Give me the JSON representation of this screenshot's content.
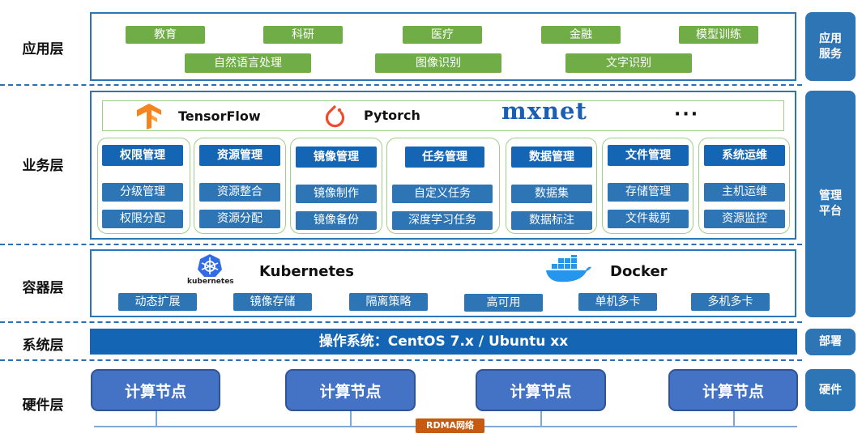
{
  "layers": {
    "application": "应用层",
    "business": "业务层",
    "container": "容器层",
    "system": "系统层",
    "hardware": "硬件层"
  },
  "application_items": [
    "教育",
    "科研",
    "医疗",
    "金融",
    "模型训练",
    "自然语言处理",
    "图像识别",
    "文字识别"
  ],
  "frameworks": {
    "tensorflow": "TensorFlow",
    "pytorch": "Pytorch",
    "mxnet": "mxnet",
    "more": "···"
  },
  "modules": [
    {
      "title": "权限管理",
      "items": [
        "分级管理",
        "权限分配"
      ]
    },
    {
      "title": "资源管理",
      "items": [
        "资源整合",
        "资源分配"
      ]
    },
    {
      "title": "镜像管理",
      "items": [
        "镜像制作",
        "镜像备份"
      ]
    },
    {
      "title": "任务管理",
      "items": [
        "自定义任务",
        "深度学习任务"
      ]
    },
    {
      "title": "数据管理",
      "items": [
        "数据集",
        "数据标注"
      ]
    },
    {
      "title": "文件管理",
      "items": [
        "存储管理",
        "文件裁剪"
      ]
    },
    {
      "title": "系统运维",
      "items": [
        "主机运维",
        "资源监控"
      ]
    }
  ],
  "container": {
    "kubernetes": "Kubernetes",
    "kubernetes_logo_text": "kubernetes",
    "docker": "Docker",
    "features": [
      "动态扩展",
      "镜像存储",
      "隔离策略",
      "高可用",
      "单机多卡",
      "多机多卡"
    ]
  },
  "system_bar": "操作系统：CentOS 7.x / Ubuntu xx",
  "hardware": {
    "nodes": [
      "计算节点",
      "计算节点",
      "计算节点",
      "计算节点"
    ],
    "network": "RDMA网络"
  },
  "side_labels": {
    "app_service": "应用\n服务",
    "management_platform": "管理\n平台",
    "deploy": "部署",
    "hardware": "硬件"
  },
  "colors": {
    "green": "#70ad47",
    "blue": "#2e75b6",
    "dark_blue": "#1565b5",
    "node_blue": "#4472c4",
    "network_orange": "#c65a11",
    "tensorflow_orange": "#f5831f",
    "pytorch_red": "#ee4c2c",
    "mxnet_blue": "#1a5fb4",
    "docker_blue": "#2496ed",
    "k8s_blue": "#326ce5"
  }
}
